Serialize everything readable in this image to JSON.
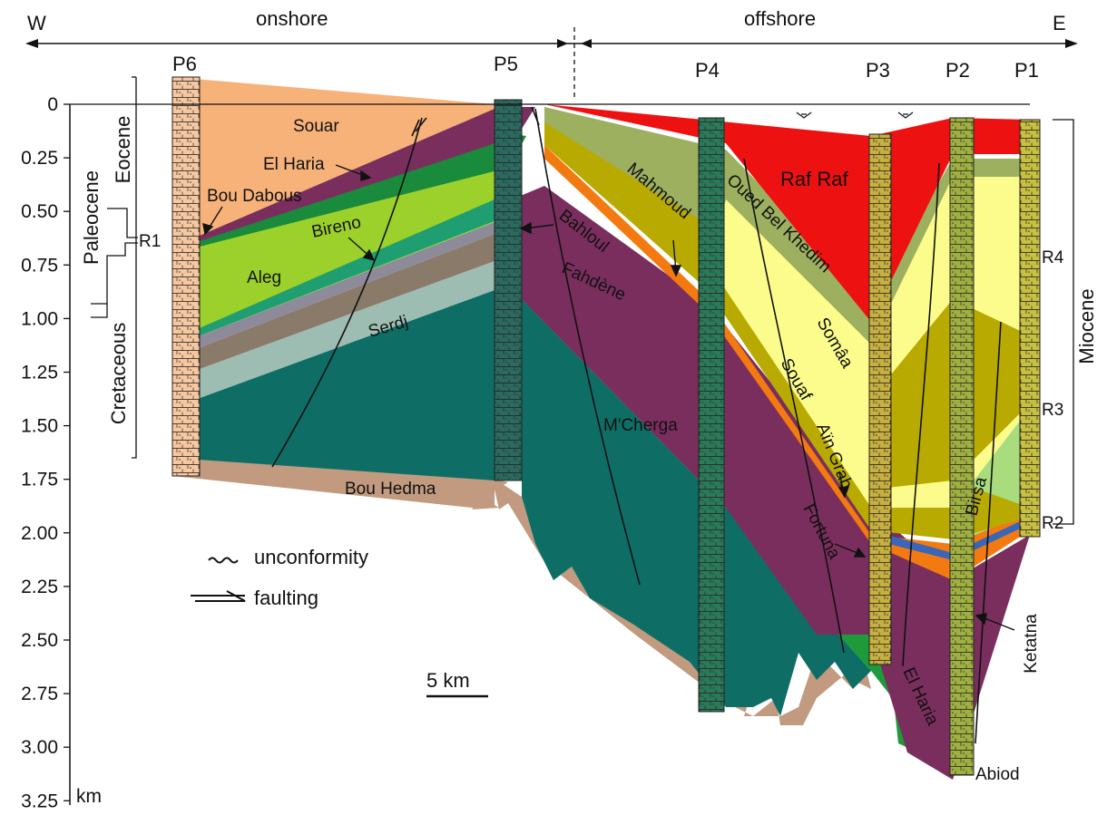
{
  "header": {
    "west": "W",
    "east": "E",
    "onshore": "onshore",
    "offshore": "offshore"
  },
  "wells": [
    "P6",
    "P5",
    "P4",
    "P3",
    "P2",
    "P1"
  ],
  "depth_axis": {
    "ticks": [
      "0",
      "0.25",
      "0.50",
      "0.75",
      "1.00",
      "1.25",
      "1.50",
      "1.75",
      "2.00",
      "2.25",
      "2.50",
      "2.75",
      "3.00",
      "3.25"
    ],
    "unit": "km"
  },
  "ages": {
    "eocene": "Eocene",
    "paleocene": "Paleocene",
    "cretaceous": "Cretaceous",
    "miocene": "Miocene"
  },
  "sequences": [
    "R1",
    "R2",
    "R3",
    "R4"
  ],
  "formations": {
    "souar": "Souar",
    "el_haria": "El Haria",
    "bou_dabous": "Bou Dabous",
    "bireno": "Bireno",
    "aleg": "Aleg",
    "serdj": "Serdj",
    "bahloul": "Bahloul",
    "fahdene": "Fahdène",
    "mcherga": "M'Cherga",
    "bou_hedma": "Bou Hedma",
    "mahmoud": "Mahmoud",
    "oued_bel_khedim": "Oued Bel Khedim",
    "raf_raf": "Raf Raf",
    "somaa": "Somâa",
    "souaf": "Souaf",
    "ain_grab": "Aïn Grab",
    "fortuna": "Fortuna",
    "birsa": "Birsa",
    "ketatna": "Ketatna",
    "el_haria_east": "El Haria",
    "abiod": "Abiod"
  },
  "legend": {
    "unconformity": "unconformity",
    "faulting": "faulting"
  },
  "scale_bar": "5 km",
  "colors": {
    "souar": "#f7b27a",
    "el_haria": "#7a2e5e",
    "bou_dabous": "#1a8a3c",
    "green": "#1e9a3a",
    "aleg": "#9bd12a",
    "bireno": "#1f9e72",
    "serdj_band": "#8d8a9a",
    "fahdene": "#8a7a6a",
    "serdj": "#9dbcb2",
    "mcherga": "#0e6e66",
    "bou_hedma": "#c29a80",
    "mahmoud": "#9cb060",
    "oued_bel_khedim": "#b8aa00",
    "raf_raf": "#ee1111",
    "somaa": "#fcfc8c",
    "souaf": "#f37a10",
    "birsa": "#a8dc7c",
    "blue": "#3a66b8"
  }
}
